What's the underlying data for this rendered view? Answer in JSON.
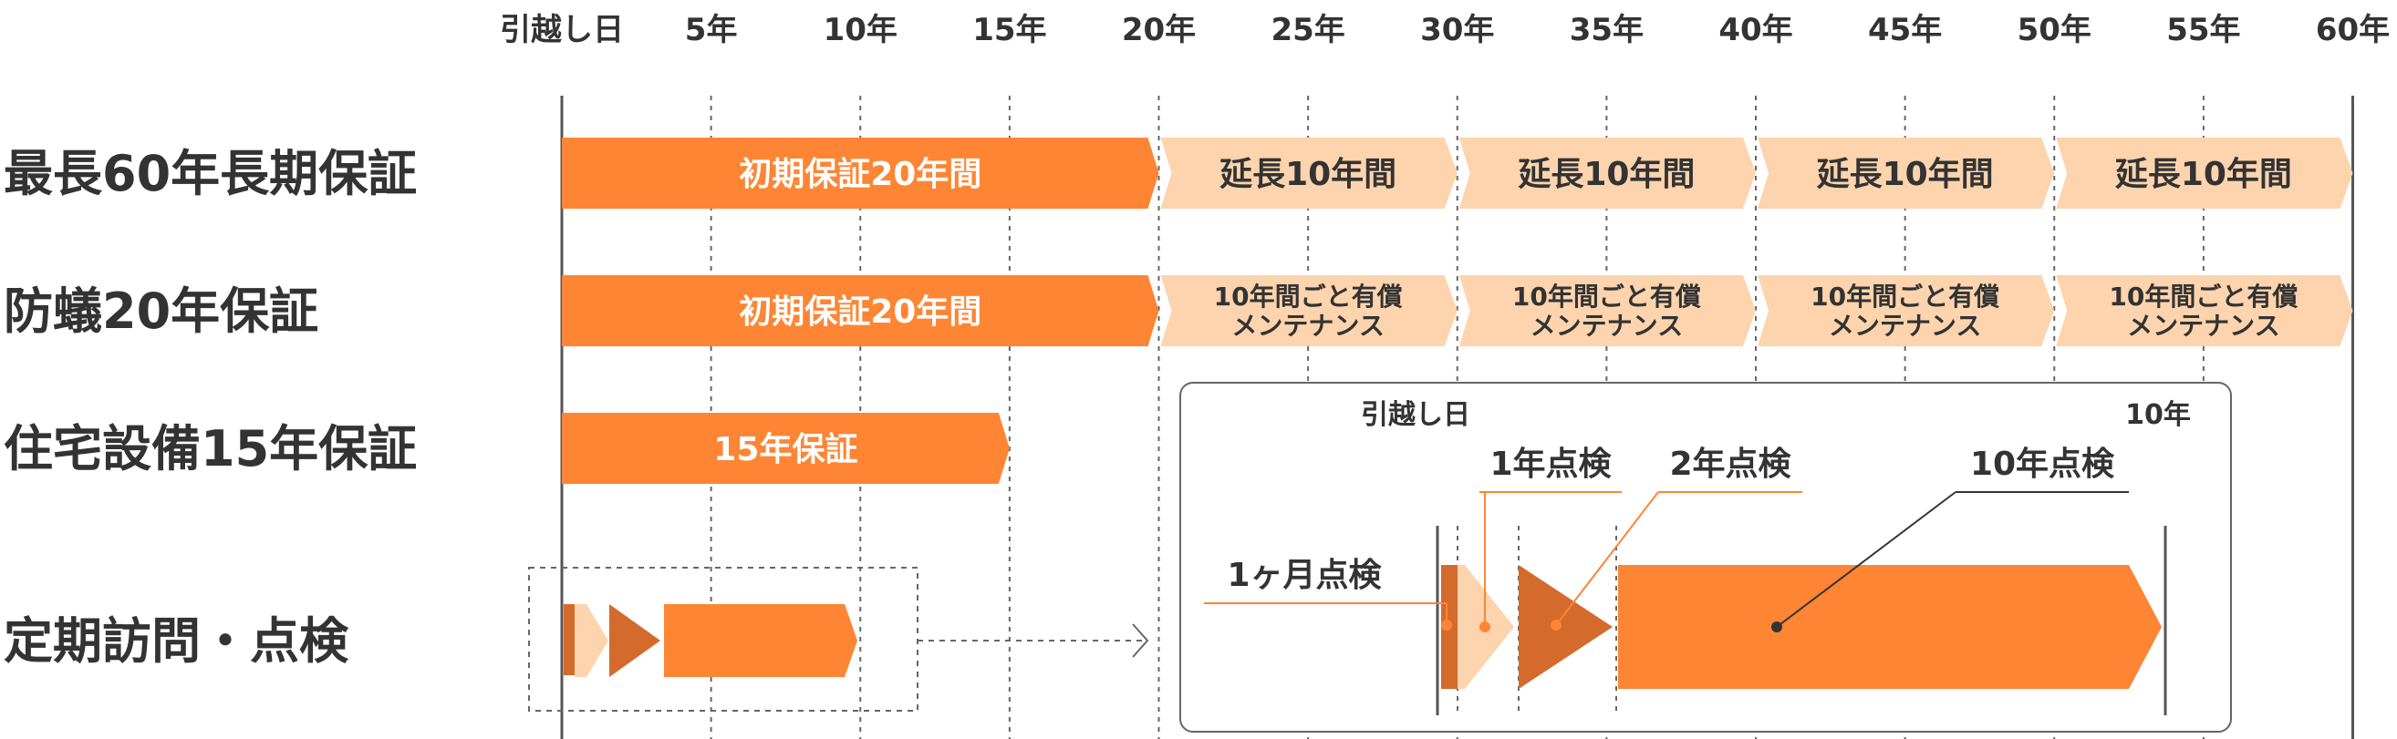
{
  "axis": {
    "ticks": [
      "引越し日",
      "5年",
      "10年",
      "15年",
      "20年",
      "25年",
      "30年",
      "35年",
      "40年",
      "45年",
      "50年",
      "55年",
      "60年"
    ]
  },
  "rows": [
    {
      "label": "最長60年長期保証",
      "segments": [
        {
          "text": "初期保証20年間",
          "start_year": 0,
          "end_year": 20,
          "kind": "primary"
        },
        {
          "text": "延長10年間",
          "start_year": 20,
          "end_year": 30,
          "kind": "light"
        },
        {
          "text": "延長10年間",
          "start_year": 30,
          "end_year": 40,
          "kind": "light"
        },
        {
          "text": "延長10年間",
          "start_year": 40,
          "end_year": 50,
          "kind": "light"
        },
        {
          "text": "延長10年間",
          "start_year": 50,
          "end_year": 60,
          "kind": "light"
        }
      ]
    },
    {
      "label": "防蟻20年保証",
      "segments": [
        {
          "text": "初期保証20年間",
          "start_year": 0,
          "end_year": 20,
          "kind": "primary"
        },
        {
          "text": "10年間ごと有償\nメンテナンス",
          "start_year": 20,
          "end_year": 30,
          "kind": "light"
        },
        {
          "text": "10年間ごと有償\nメンテナンス",
          "start_year": 30,
          "end_year": 40,
          "kind": "light"
        },
        {
          "text": "10年間ごと有償\nメンテナンス",
          "start_year": 40,
          "end_year": 50,
          "kind": "light"
        },
        {
          "text": "10年間ごと有償\nメンテナンス",
          "start_year": 50,
          "end_year": 60,
          "kind": "light"
        }
      ]
    },
    {
      "label": "住宅設備15年保証",
      "segments": [
        {
          "text": "15年保証",
          "start_year": 0,
          "end_year": 15,
          "kind": "primary"
        }
      ]
    },
    {
      "label": "定期訪問・点検",
      "segments": []
    }
  ],
  "inspection_detail": {
    "start_label": "引越し日",
    "end_label": "10年",
    "callouts": [
      "1ヶ月点検",
      "1年点検",
      "2年点検",
      "10年点検"
    ]
  },
  "colors": {
    "primary": "#fe8534",
    "light": "#fdd4ad",
    "dark": "#d46a2c",
    "text_dark": "#333333",
    "white": "#ffffff"
  }
}
